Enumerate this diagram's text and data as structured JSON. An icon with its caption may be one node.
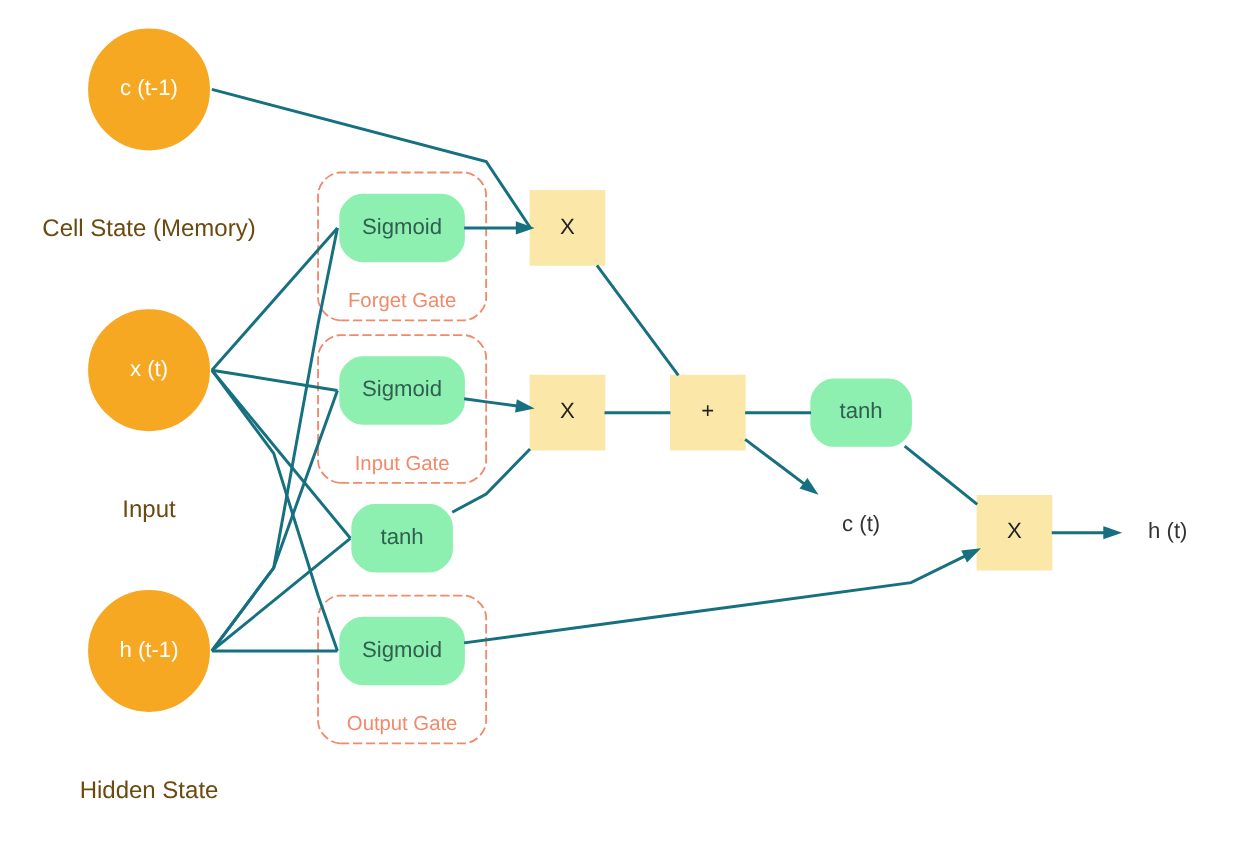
{
  "diagram": {
    "nodes": [
      {
        "text": [
          "c (t-1)"
        ],
        "beside": [
          "Cell State (Memory)"
        ]
      },
      {
        "text": [
          "x (t)"
        ],
        "beside": [
          "Input"
        ]
      },
      {
        "text": [
          "h (t-1)"
        ],
        "beside": [
          "Hidden State"
        ]
      },
      {
        "text": [
          "X"
        ]
      },
      {
        "text": [
          "+"
        ]
      },
      {
        "text": [
          "X"
        ]
      },
      {
        "text": [
          "X"
        ]
      },
      {
        "text": [
          "tanh"
        ]
      },
      {
        "text": [
          "Forget Gate"
        ]
      },
      {
        "text": [
          "Sigmoid"
        ],
        "in": 8
      },
      {
        "text": [
          "Input Gate"
        ]
      },
      {
        "text": [
          "Sigmoid"
        ],
        "in": 10
      },
      {
        "text": [
          "tanh"
        ]
      },
      {
        "text": [
          "Output Gate"
        ]
      },
      {
        "text": [
          "Sigmoid"
        ],
        "in": 13
      },
      {
        "text": [
          "c (t)"
        ]
      },
      {
        "text": [
          "h (t)"
        ]
      }
    ],
    "edges": [
      {
        "from": 0,
        "to": 3,
        "arrow": "none"
      },
      {
        "from": 3,
        "to": 4,
        "arrow": "none"
      },
      {
        "from": 4,
        "to": 15,
        "arrow": "to"
      },
      {
        "from": 9,
        "to": 3,
        "arrow": "to"
      },
      {
        "from": 11,
        "to": 5,
        "arrow": "to"
      },
      {
        "from": 12,
        "to": 5,
        "arrow": "none"
      },
      {
        "from": 5,
        "to": 4,
        "arrow": "none"
      },
      {
        "from": 4,
        "to": 7,
        "arrow": "none"
      },
      {
        "from": 7,
        "to": 6,
        "arrow": "none"
      },
      {
        "from": 14,
        "to": 6,
        "arrow": "to"
      },
      {
        "from": 6,
        "to": 16,
        "arrow": "to"
      },
      {
        "from": 1,
        "to": 9,
        "arrow": "none"
      },
      {
        "from": 1,
        "to": 11,
        "arrow": "none"
      },
      {
        "from": 1,
        "to": 12,
        "arrow": "none"
      },
      {
        "from": 1,
        "to": 14,
        "arrow": "none"
      },
      {
        "from": 2,
        "to": 9,
        "arrow": "none"
      },
      {
        "from": 2,
        "to": 11,
        "arrow": "none"
      },
      {
        "from": 2,
        "to": 12,
        "arrow": "none"
      },
      {
        "from": 2,
        "to": 14,
        "arrow": "none"
      }
    ]
  }
}
